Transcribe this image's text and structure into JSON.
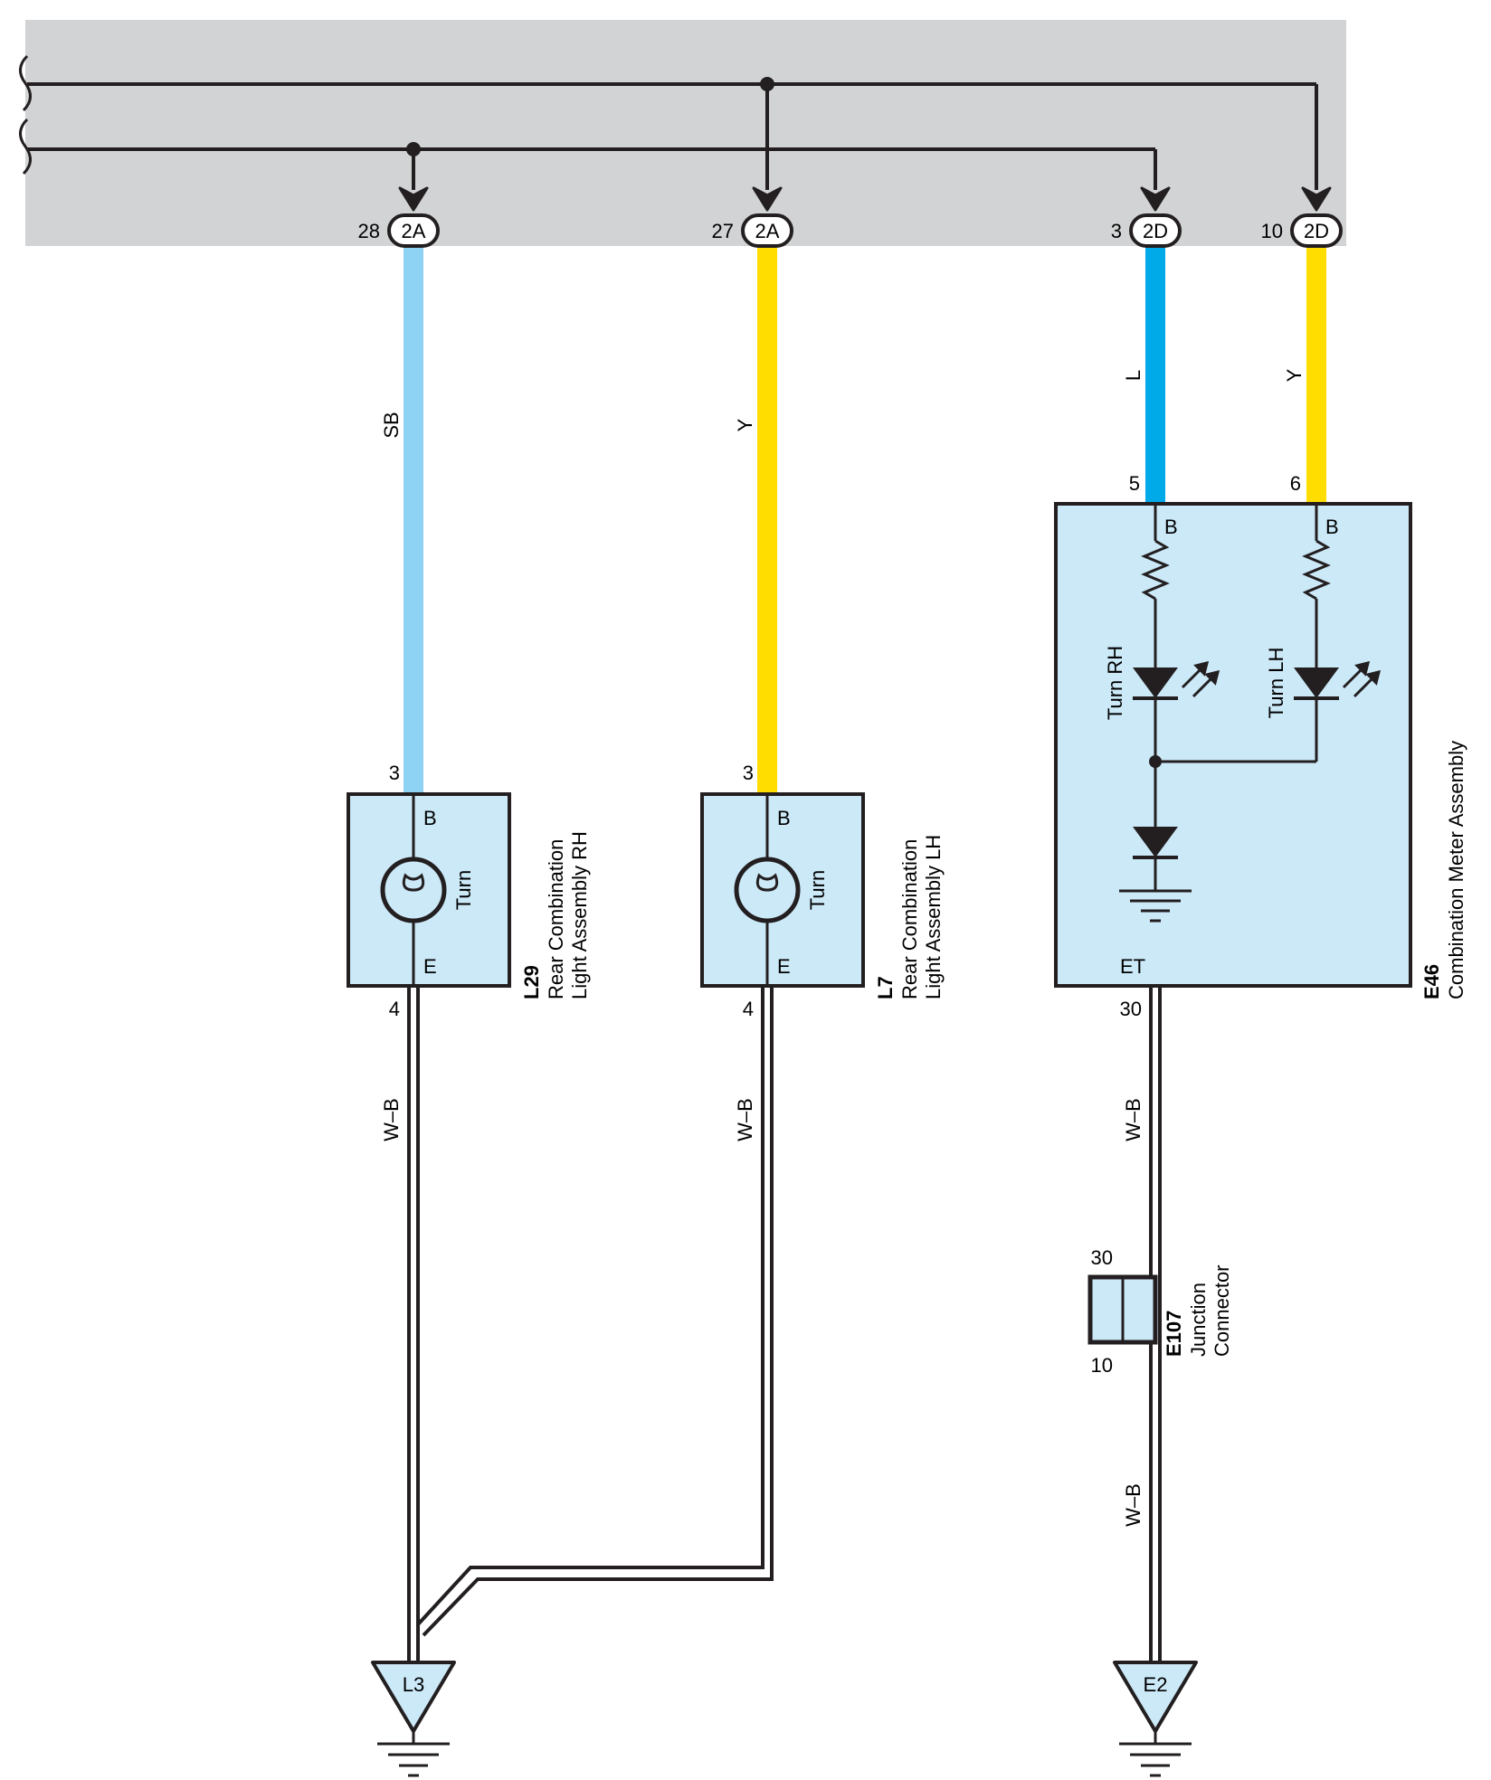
{
  "connectors": {
    "c28": {
      "pin": "28",
      "name": "2A"
    },
    "c27": {
      "pin": "27",
      "name": "2A"
    },
    "c3": {
      "pin": "3",
      "name": "2D"
    },
    "c10": {
      "pin": "10",
      "name": "2D"
    }
  },
  "wires": {
    "sb": "SB",
    "y1": "Y",
    "l": "L",
    "y2": "Y",
    "wb1": "W–B",
    "wb2": "W–B",
    "wb3": "W–B",
    "wb4": "W–B"
  },
  "components": {
    "l29": {
      "id": "L29",
      "name_line1": "Rear Combination",
      "name_line2": "Light Assembly RH",
      "pin_in": "3",
      "pin_out": "4",
      "term_in": "B",
      "term_out": "E",
      "function": "Turn"
    },
    "l7": {
      "id": "L7",
      "name_line1": "Rear Combination",
      "name_line2": "Light Assembly LH",
      "pin_in": "3",
      "pin_out": "4",
      "term_in": "B",
      "term_out": "E",
      "function": "Turn"
    },
    "e46": {
      "id": "E46",
      "name": "Combination Meter Assembly",
      "pin_5": "5",
      "pin_6": "6",
      "pin_30": "30",
      "term_b1": "B",
      "term_b2": "B",
      "term_et": "ET",
      "led_rh": "Turn RH",
      "led_lh": "Turn LH"
    },
    "e107": {
      "id": "E107",
      "name_line1": "Junction",
      "name_line2": "Connector",
      "pin_top": "30",
      "pin_bottom": "10"
    }
  },
  "grounds": {
    "left": "L3",
    "right": "E2"
  },
  "colors": {
    "panel": "#d1d3d4",
    "sb": "#8fd3f4",
    "yellow": "#ffdd00",
    "blue": "#00a9e8",
    "component_fill": "#cce9f8",
    "wire": "#231f20"
  }
}
